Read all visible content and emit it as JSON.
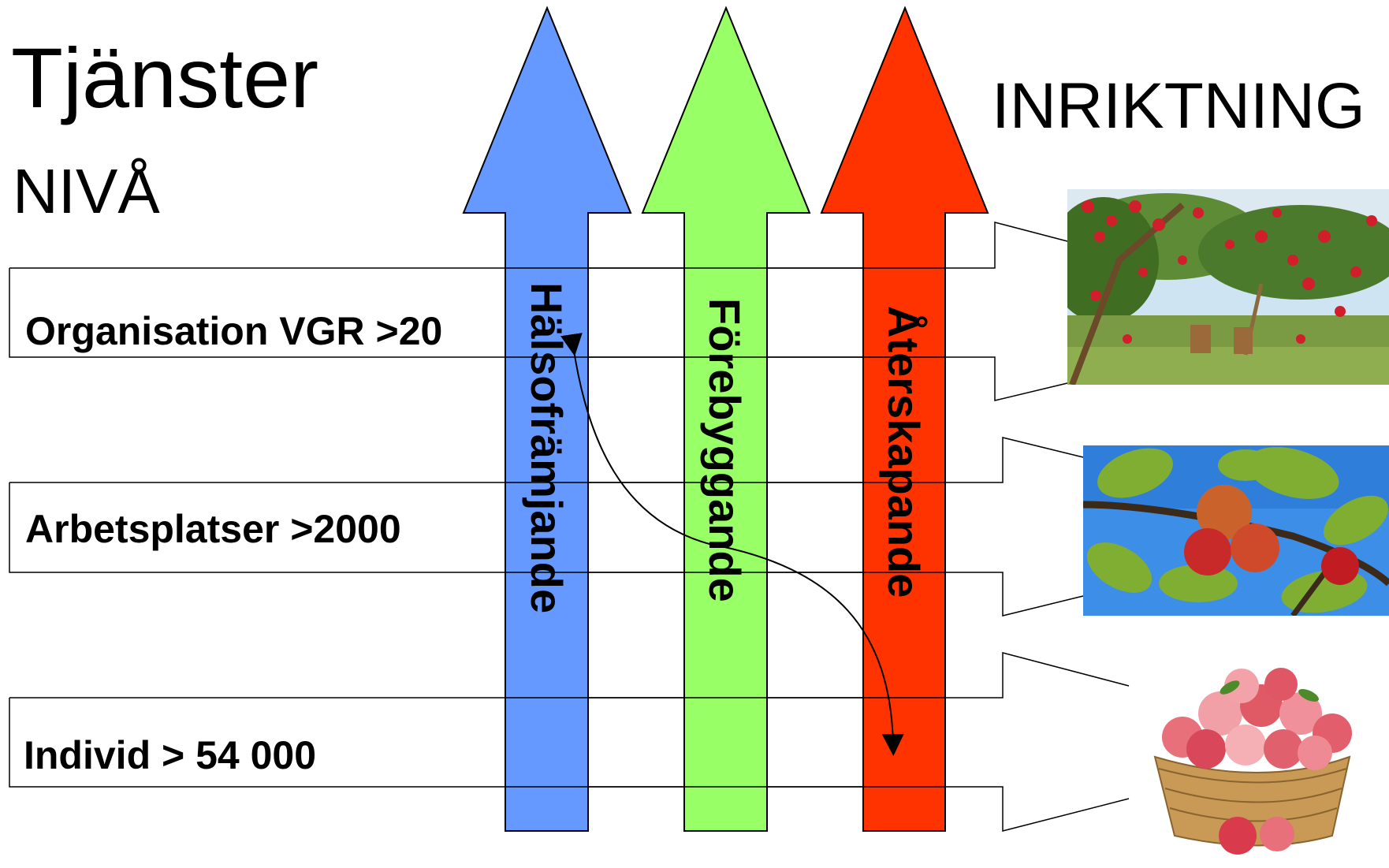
{
  "header": {
    "title": "Tjänster",
    "subtitle": "NIVÅ",
    "right_title": "INRIKTNING"
  },
  "levels": [
    {
      "label": "Organisation VGR >20"
    },
    {
      "label": "Arbetsplatser >2000"
    },
    {
      "label": "Individ > 54 000"
    }
  ],
  "arrows": [
    {
      "label": "Hälsofrämjande",
      "color": "#6699ff"
    },
    {
      "label": "Förebyggande",
      "color": "#99ff66"
    },
    {
      "label": "Återskapande",
      "color": "#ff3300"
    }
  ],
  "images": [
    {
      "subject": "apple-orchard"
    },
    {
      "subject": "apples-on-branch"
    },
    {
      "subject": "apple-basket"
    }
  ],
  "colors": {
    "sky": "#3d8ee6",
    "leaf_green": "#4f8a2a",
    "apple_red": "#d01e2a",
    "basket": "#c89a55"
  }
}
